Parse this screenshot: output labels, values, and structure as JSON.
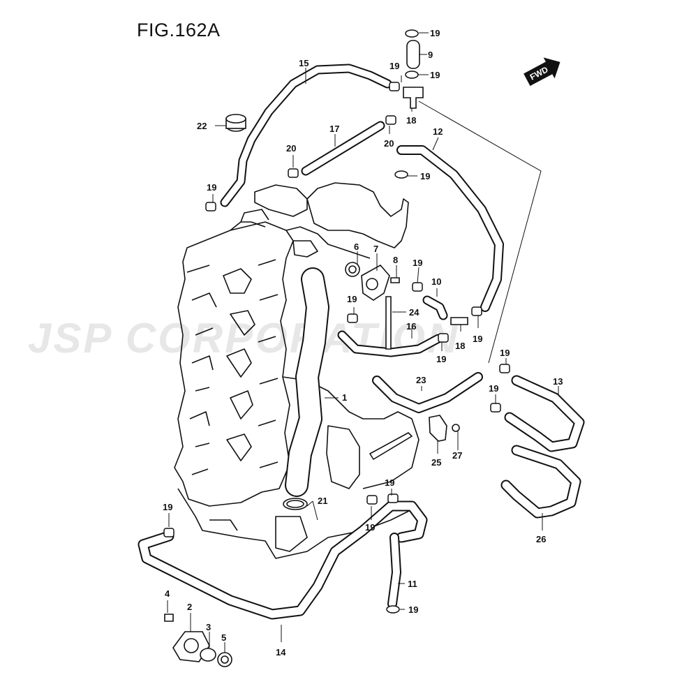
{
  "figure": {
    "title": "FIG.162A"
  },
  "direction_badge": {
    "label": "FWD",
    "icon": "arrow-forward-icon"
  },
  "watermark": {
    "text": "JSP CORPORATION"
  },
  "callouts": [
    "1",
    "2",
    "3",
    "4",
    "5",
    "6",
    "7",
    "8",
    "9",
    "10",
    "11",
    "12",
    "13",
    "14",
    "15",
    "16",
    "17",
    "18",
    "19",
    "20",
    "21",
    "22",
    "23",
    "24",
    "25",
    "26",
    "27"
  ],
  "colors": {
    "line": "#111111",
    "hose": "#ffffff",
    "watermark": "#c9c9c9"
  }
}
